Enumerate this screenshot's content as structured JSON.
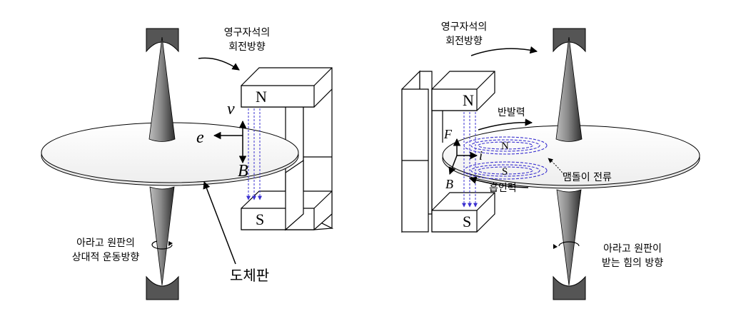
{
  "left": {
    "magnet_rotation": [
      "영구자석의",
      "회전방향"
    ],
    "pole_n": "N",
    "pole_s": "S",
    "v": "v",
    "e": "e",
    "b": "B",
    "disk_motion": [
      "아라고 원판의",
      "상대적 운동방향"
    ],
    "conductor": "도체판"
  },
  "right": {
    "magnet_rotation": [
      "영구자석의",
      "회전방향"
    ],
    "pole_n": "N",
    "pole_s": "S",
    "repulsion": "반발력",
    "attraction": "흡인력",
    "eddy": "맴돌이 전류",
    "f": "F",
    "i": "i",
    "b": "B",
    "eddy_n": "N",
    "eddy_s": "S",
    "disk_force": [
      "아라고 원판이",
      "받는 힘의 방향"
    ]
  },
  "colors": {
    "field_lines": "#3a30d0",
    "spindle_dark": "#555555",
    "outline": "#000000"
  }
}
